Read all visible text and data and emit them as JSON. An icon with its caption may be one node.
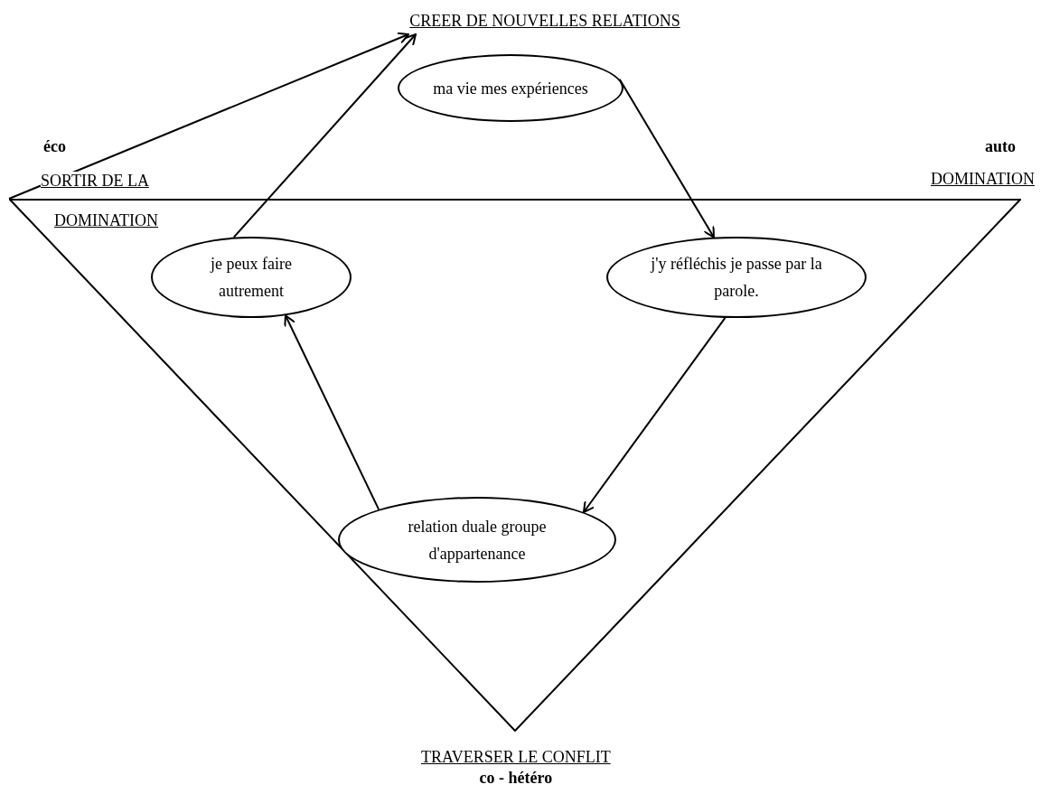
{
  "diagram": {
    "nodes": [
      {
        "text": [
          "CREER DE NOUVELLES RELATIONS"
        ]
      },
      {
        "text": [
          "ma vie mes expériences"
        ]
      },
      {
        "text": [
          "j'y réfléchis je passe par la parole."
        ],
        "in": 5
      },
      {
        "text": [
          "relation duale groupe d'appartenance"
        ],
        "in": 5
      },
      {
        "text": [
          "je peux faire autrement"
        ],
        "in": 5
      },
      {
        "text": [],
        "shape": "triangle"
      }
    ],
    "edges": [
      {
        "from": 1,
        "to": 2,
        "arrow": "to"
      },
      {
        "from": 2,
        "to": 3,
        "arrow": "to"
      },
      {
        "from": 3,
        "to": 4,
        "arrow": "to"
      },
      {
        "from": 4,
        "to": 0,
        "arrow": "to"
      },
      {
        "from": 5,
        "to": 0,
        "arrow": "to"
      }
    ],
    "labels": [
      "éco",
      "auto",
      "SORTIR DE LA",
      "DOMINATION",
      "DOMINATION",
      "TRAVERSER LE CONFLIT",
      "co - hétéro"
    ]
  }
}
